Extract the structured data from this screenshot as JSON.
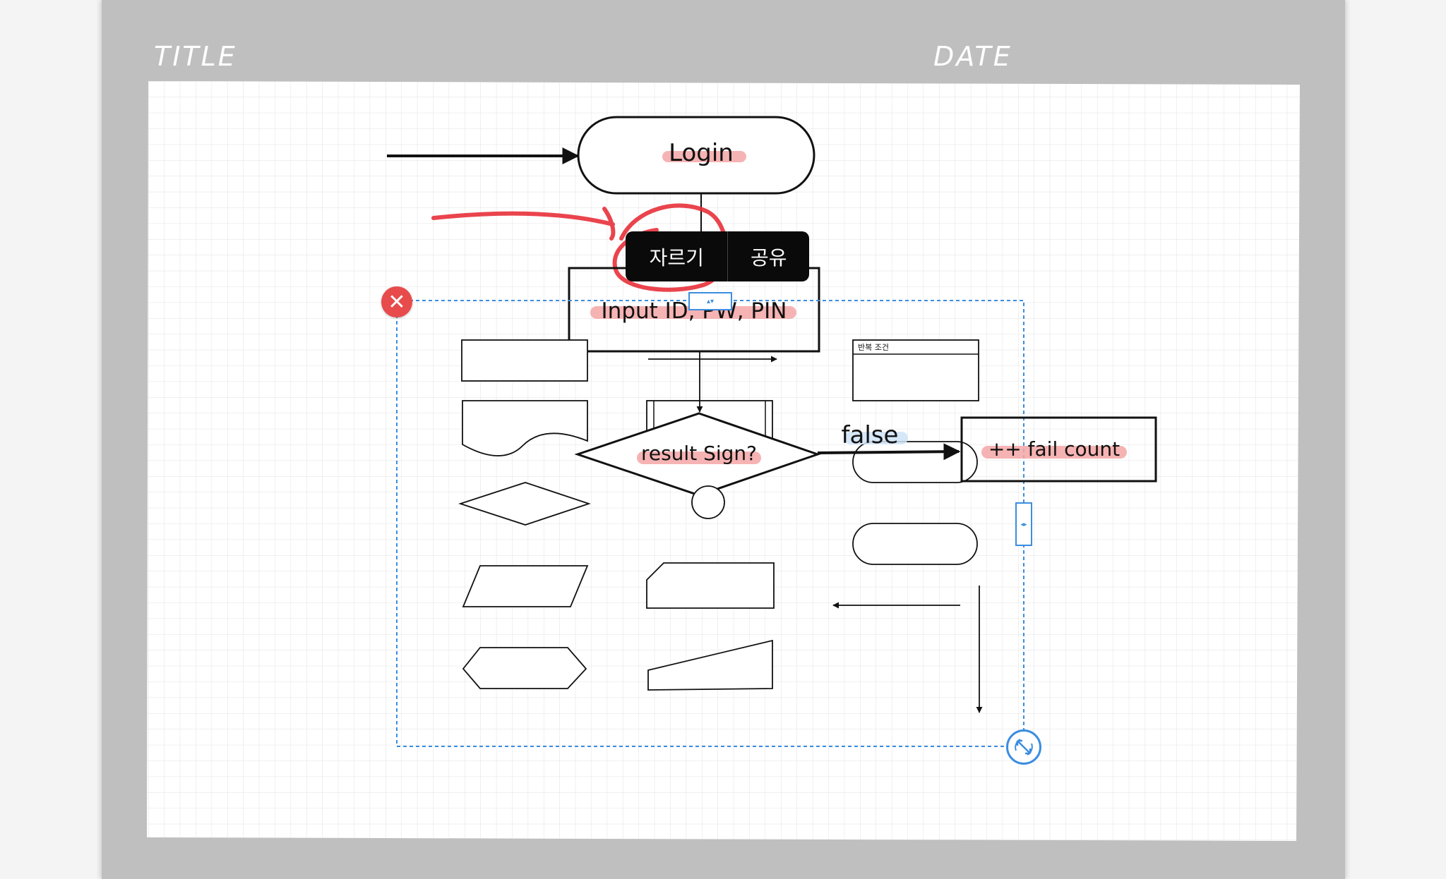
{
  "header": {
    "title_label": "TITLE",
    "date_label": "DATE"
  },
  "flowchart": {
    "start_label": "Login",
    "input_label": "Input ID, PW, PIN",
    "decision_label": "result Sign?",
    "branch_label": "false",
    "process_label": "++ fail count",
    "loop_label": "반복 조건"
  },
  "context_menu": {
    "cut_label": "자르기",
    "share_label": "공유"
  },
  "icons": {
    "close": "close-icon",
    "resize": "resize-rotate-icon"
  },
  "colors": {
    "selection": "#3b8de0",
    "highlight": "#f4a6a6",
    "pen_red": "#e8303a",
    "close_button": "#e84b4b",
    "sheet": "#bfbfbf"
  }
}
